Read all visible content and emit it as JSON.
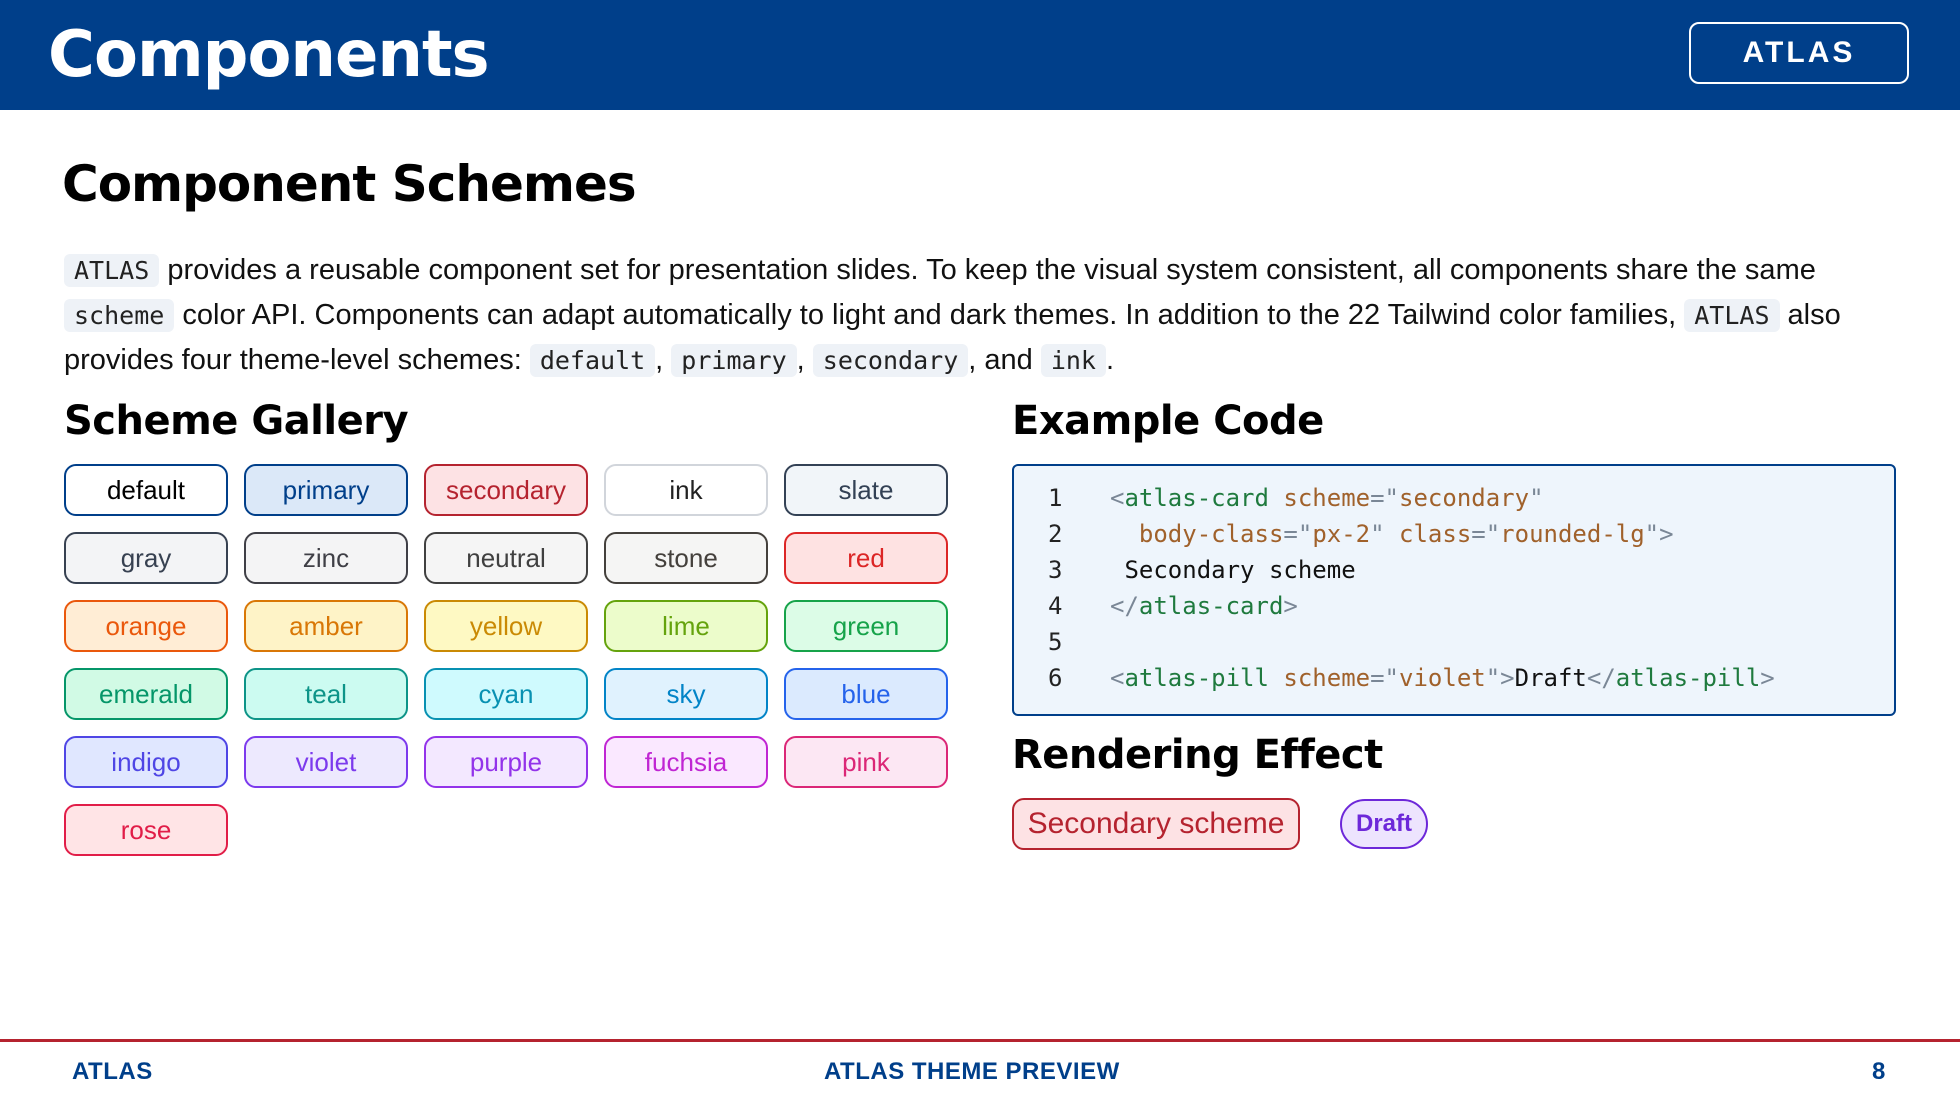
{
  "header": {
    "title": "Components",
    "brand": "ATLAS"
  },
  "slide": {
    "title": "Component Schemes",
    "intro": {
      "code_atlas": "ATLAS",
      "text1": " provides a reusable component set for presentation slides. To keep the visual system consistent, all components share the same ",
      "code_scheme": "scheme",
      "text2": " color API. Components can adapt automatically to light and dark themes. In addition to the 22 Tailwind color families, ",
      "code_atlas2": "ATLAS",
      "text3": " also provides four theme-level schemes: ",
      "code_default": "default",
      "sep1": ", ",
      "code_primary": "primary",
      "sep2": ", ",
      "code_secondary": "secondary",
      "sep3": ", and ",
      "code_ink": "ink",
      "end": "."
    }
  },
  "gallery": {
    "title": "Scheme Gallery",
    "pills": [
      {
        "label": "default",
        "bg": "#ffffff",
        "border": "#003f8a",
        "text": "#000000"
      },
      {
        "label": "primary",
        "bg": "#dbe8f8",
        "border": "#003f8a",
        "text": "#003f8a"
      },
      {
        "label": "secondary",
        "bg": "#fde2e4",
        "border": "#b5232f",
        "text": "#b5232f"
      },
      {
        "label": "ink",
        "bg": "#ffffff",
        "border": "#d1d5db",
        "text": "#222222"
      },
      {
        "label": "slate",
        "bg": "#f1f5f9",
        "border": "#334155",
        "text": "#334155"
      },
      {
        "label": "gray",
        "bg": "#f3f4f6",
        "border": "#374151",
        "text": "#374151"
      },
      {
        "label": "zinc",
        "bg": "#f4f4f5",
        "border": "#3f3f46",
        "text": "#3f3f46"
      },
      {
        "label": "neutral",
        "bg": "#f5f5f5",
        "border": "#404040",
        "text": "#404040"
      },
      {
        "label": "stone",
        "bg": "#f5f5f4",
        "border": "#44403c",
        "text": "#44403c"
      },
      {
        "label": "red",
        "bg": "#fee2e2",
        "border": "#dc2626",
        "text": "#dc2626"
      },
      {
        "label": "orange",
        "bg": "#ffedd5",
        "border": "#ea580c",
        "text": "#ea580c"
      },
      {
        "label": "amber",
        "bg": "#fef3c7",
        "border": "#d97706",
        "text": "#d97706"
      },
      {
        "label": "yellow",
        "bg": "#fef9c3",
        "border": "#ca8a04",
        "text": "#ca8a04"
      },
      {
        "label": "lime",
        "bg": "#ecfccb",
        "border": "#65a30d",
        "text": "#65a30d"
      },
      {
        "label": "green",
        "bg": "#dcfce7",
        "border": "#16a34a",
        "text": "#16a34a"
      },
      {
        "label": "emerald",
        "bg": "#d1fae5",
        "border": "#059669",
        "text": "#059669"
      },
      {
        "label": "teal",
        "bg": "#ccfbf1",
        "border": "#0d9488",
        "text": "#0d9488"
      },
      {
        "label": "cyan",
        "bg": "#cffafe",
        "border": "#0891b2",
        "text": "#0891b2"
      },
      {
        "label": "sky",
        "bg": "#e0f2fe",
        "border": "#0284c7",
        "text": "#0284c7"
      },
      {
        "label": "blue",
        "bg": "#dbeafe",
        "border": "#2563eb",
        "text": "#2563eb"
      },
      {
        "label": "indigo",
        "bg": "#e0e7ff",
        "border": "#4f46e5",
        "text": "#4f46e5"
      },
      {
        "label": "violet",
        "bg": "#ede9fe",
        "border": "#7c3aed",
        "text": "#7c3aed"
      },
      {
        "label": "purple",
        "bg": "#f3e8ff",
        "border": "#9333ea",
        "text": "#9333ea"
      },
      {
        "label": "fuchsia",
        "bg": "#fae8ff",
        "border": "#c026d3",
        "text": "#c026d3"
      },
      {
        "label": "pink",
        "bg": "#fce7f3",
        "border": "#db2777",
        "text": "#db2777"
      },
      {
        "label": "rose",
        "bg": "#ffe4e6",
        "border": "#e11d48",
        "text": "#e11d48"
      }
    ]
  },
  "code": {
    "title": "Example Code",
    "lines": [
      {
        "num": "1",
        "tokens": [
          [
            "t-punc",
            "<"
          ],
          [
            "t-tag",
            "atlas-card"
          ],
          [
            "t-txt",
            " "
          ],
          [
            "t-attr",
            "scheme"
          ],
          [
            "t-punc",
            "=\""
          ],
          [
            "t-str",
            "secondary"
          ],
          [
            "t-punc",
            "\""
          ]
        ]
      },
      {
        "num": "2",
        "tokens": [
          [
            "t-txt",
            "  "
          ],
          [
            "t-attr",
            "body-class"
          ],
          [
            "t-punc",
            "=\""
          ],
          [
            "t-str",
            "px-2"
          ],
          [
            "t-punc",
            "\""
          ],
          [
            "t-txt",
            " "
          ],
          [
            "t-attr",
            "class"
          ],
          [
            "t-punc",
            "=\""
          ],
          [
            "t-str",
            "rounded-lg"
          ],
          [
            "t-punc",
            "\">"
          ]
        ]
      },
      {
        "num": "3",
        "tokens": [
          [
            "t-txt",
            " Secondary scheme"
          ]
        ]
      },
      {
        "num": "4",
        "tokens": [
          [
            "t-punc",
            "</"
          ],
          [
            "t-tag",
            "atlas-card"
          ],
          [
            "t-punc",
            ">"
          ]
        ]
      },
      {
        "num": "5",
        "tokens": []
      },
      {
        "num": "6",
        "tokens": [
          [
            "t-punc",
            "<"
          ],
          [
            "t-tag",
            "atlas-pill"
          ],
          [
            "t-txt",
            " "
          ],
          [
            "t-attr",
            "scheme"
          ],
          [
            "t-punc",
            "=\""
          ],
          [
            "t-str",
            "violet"
          ],
          [
            "t-punc",
            "\">"
          ],
          [
            "t-txt",
            "Draft"
          ],
          [
            "t-punc",
            "</"
          ],
          [
            "t-tag",
            "atlas-pill"
          ],
          [
            "t-punc",
            ">"
          ]
        ]
      }
    ]
  },
  "render": {
    "title": "Rendering Effect",
    "card_label": "Secondary scheme",
    "pill_label": "Draft"
  },
  "footer": {
    "left": "ATLAS",
    "center": "ATLAS THEME PREVIEW",
    "page": "8"
  }
}
